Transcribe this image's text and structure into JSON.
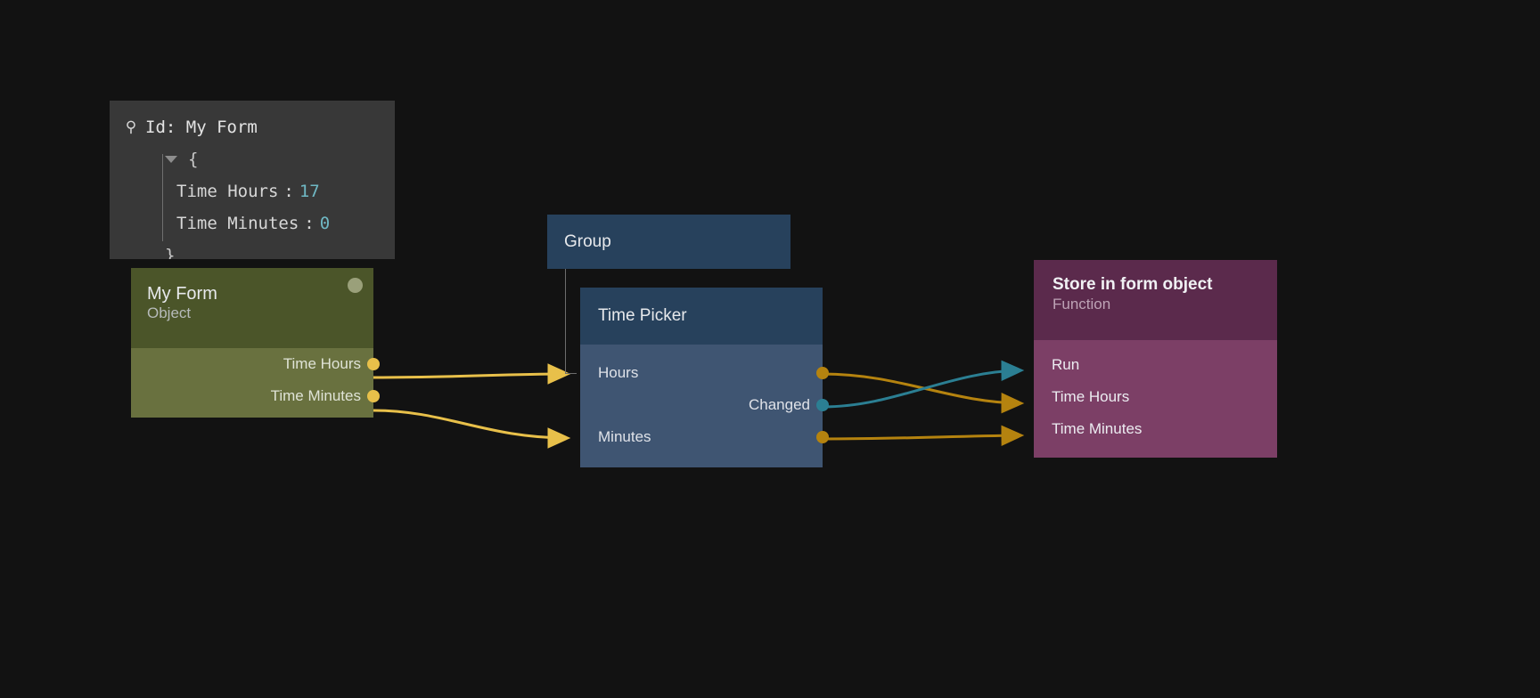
{
  "canvas": {
    "background": "#121212"
  },
  "inspector": {
    "pin_icon": "pin-icon",
    "id_label": "Id: My Form",
    "open_brace": "{",
    "close_brace": "}",
    "entries": [
      {
        "key": "Time Hours",
        "separator": ":",
        "value": "17"
      },
      {
        "key": "Time Minutes",
        "separator": ":",
        "value": "0"
      }
    ],
    "value_color": "#6fb8c4",
    "panel_color": "#383838"
  },
  "nodes": {
    "my_form": {
      "title": "My Form",
      "subtitle": "Object",
      "header_color": "#4b5529",
      "body_color": "#69713f",
      "status_dot_color": "#9aa07a",
      "outputs": [
        {
          "label": "Time Hours",
          "port_color": "#e8c04a"
        },
        {
          "label": "Time Minutes",
          "port_color": "#e8c04a"
        }
      ]
    },
    "group": {
      "title": "Group",
      "header_color": "#27415c"
    },
    "time_picker": {
      "title": "Time Picker",
      "header_color": "#27415c",
      "body_color": "#3f5572",
      "inputs": [
        {
          "label": "Hours"
        },
        {
          "label": "Minutes"
        }
      ],
      "outputs": [
        {
          "label": "",
          "port_color": "#b5830f"
        },
        {
          "label": "Changed",
          "port_color": "#2b7f93"
        }
      ]
    },
    "store_in_form_object": {
      "title": "Store in form object",
      "subtitle": "Function",
      "header_color": "#5b2a4c",
      "body_color": "#7c3f66",
      "inputs": [
        {
          "label": "Run"
        },
        {
          "label": "Time Hours"
        },
        {
          "label": "Time Minutes"
        }
      ]
    }
  },
  "edges": [
    {
      "from": "my_form.Time Hours",
      "to": "time_picker.Hours",
      "color": "#e8c04a"
    },
    {
      "from": "my_form.Time Minutes",
      "to": "time_picker.Minutes",
      "color": "#e8c04a"
    },
    {
      "from": "time_picker.Hours-out",
      "to": "store.Time Hours",
      "color": "#b5830f"
    },
    {
      "from": "time_picker.Changed",
      "to": "store.Run",
      "color": "#2b7f93"
    },
    {
      "from": "time_picker.Minutes-out",
      "to": "store.Time Minutes",
      "color": "#b5830f"
    }
  ]
}
